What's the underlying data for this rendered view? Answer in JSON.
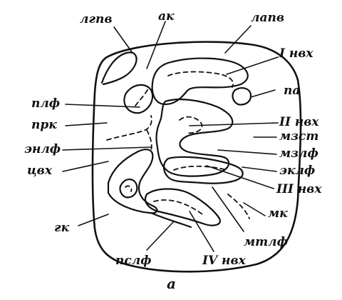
{
  "labels": {
    "lgpv": "лгпв",
    "ak": "ак",
    "lapv": "лапв",
    "i_nvh": "I нвх",
    "pa": "па",
    "plf": "плф",
    "prk": "прк",
    "ii_nvh": "II нвх",
    "mzst": "мзст",
    "enlf": "энлф",
    "mzlf": "мзлф",
    "tsvh": "цвх",
    "eklf": "эклф",
    "iii_nvh": "III нвх",
    "mk": "мк",
    "gk": "гк",
    "mtlf": "мтлф",
    "pslf": "пслф",
    "iv_nvh": "IV нвх"
  },
  "caption": "а"
}
